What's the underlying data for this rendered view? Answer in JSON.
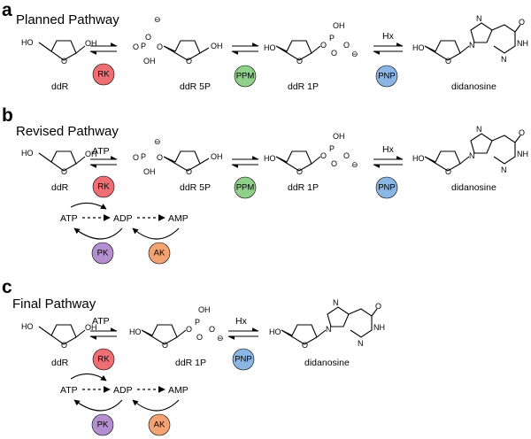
{
  "panels": [
    {
      "letter": "a",
      "title": "Planned Pathway"
    },
    {
      "letter": "b",
      "title": "Revised Pathway"
    },
    {
      "letter": "c",
      "title": "Final Pathway"
    }
  ],
  "compounds": {
    "ddR": "ddR",
    "ddR5P": "ddR 5P",
    "ddR1P": "ddR 1P",
    "didanosine": "didanosine"
  },
  "cofactors": {
    "ATP": "ATP",
    "ADP": "ADP",
    "AMP": "AMP",
    "Hx": "Hx"
  },
  "enzymes": {
    "RK": {
      "label": "RK",
      "color": "#ee6e73"
    },
    "PPM": {
      "label": "PPM",
      "color": "#8fd08a"
    },
    "PNP": {
      "label": "PNP",
      "color": "#8bb6e3"
    },
    "PK": {
      "label": "PK",
      "color": "#b48fd0"
    },
    "AK": {
      "label": "AK",
      "color": "#f2a273"
    }
  },
  "atoms": {
    "HO": "HO",
    "OH": "OH",
    "O": "O",
    "P": "P",
    "N": "N",
    "NH": "NH",
    "minus": "⊖"
  }
}
